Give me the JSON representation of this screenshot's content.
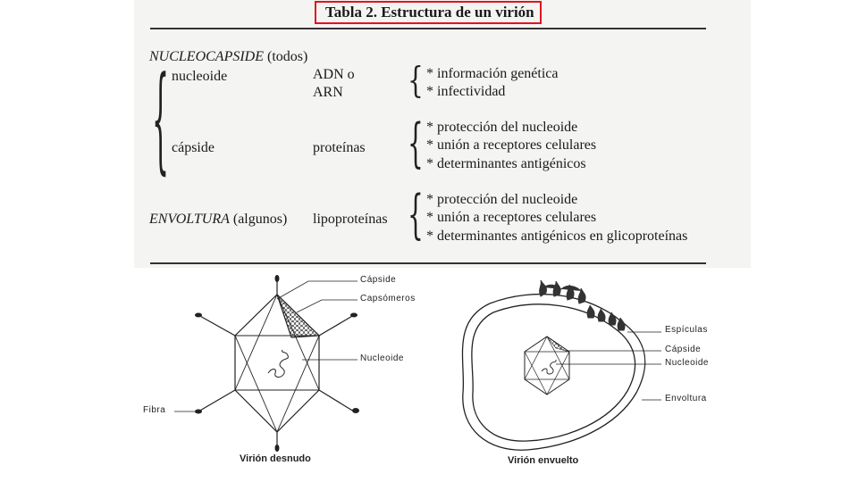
{
  "table": {
    "title": "Tabla 2. Estructura de un virión",
    "nucleocapside": {
      "label": "NUCLEOCAPSIDE",
      "qualifier": "(todos)"
    },
    "nucleoide": {
      "label": "nucleoide",
      "material_line1": "ADN o",
      "material_line2": "ARN",
      "functions": [
        "* información genética",
        "* infectividad"
      ]
    },
    "capside": {
      "label": "cápside",
      "material": "proteínas",
      "functions": [
        "* protección del nucleoide",
        "* unión a receptores celulares",
        "* determinantes antigénicos"
      ]
    },
    "envoltura": {
      "label": "ENVOLTURA",
      "qualifier": "(algunos)",
      "material": "lipoproteínas",
      "functions": [
        "* protección del nucleoide",
        "* unión a receptores celulares",
        "* determinantes antigénicos en glicoproteínas"
      ]
    }
  },
  "figures": {
    "naked": {
      "labels": {
        "capside": "Cápside",
        "capsomeros": "Capsómeros",
        "nucleoide": "Nucleoide",
        "fibra": "Fibra"
      },
      "caption": "Virión desnudo"
    },
    "enveloped": {
      "labels": {
        "espiculas": "Espículas",
        "capside": "Cápside",
        "nucleoide": "Nucleoide",
        "envoltura": "Envoltura"
      },
      "caption": "Virión envuelto"
    }
  }
}
